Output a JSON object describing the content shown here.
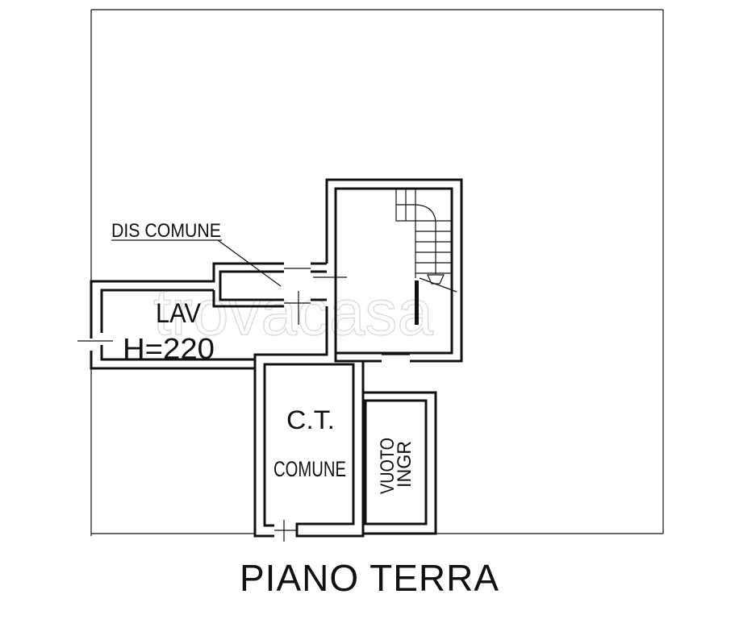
{
  "rooms": {
    "dis": "DIS COMUNE",
    "lav": "LAV",
    "lav_height": "H=220",
    "ct": "C.T.",
    "ct_sub": "COMUNE",
    "vuoto": "VUOTO",
    "vuoto_sub": "INGR"
  },
  "title": "PIANO TERRA",
  "watermark": "trovacasa"
}
